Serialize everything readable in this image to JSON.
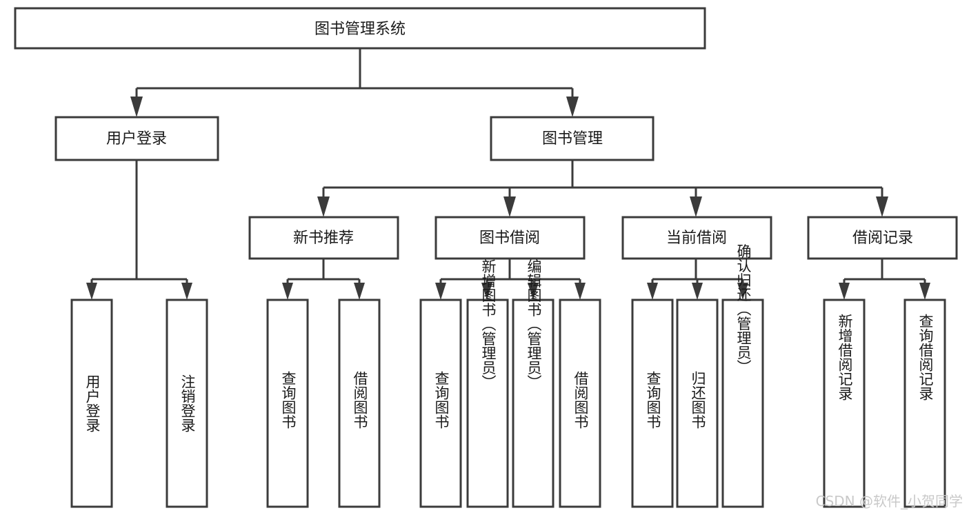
{
  "diagram": {
    "type": "tree-hierarchy",
    "orientation": "top-down",
    "root": {
      "id": "root",
      "label": "图书管理系统",
      "level": 0
    },
    "levels": [
      {
        "level": 1,
        "nodes": [
          {
            "id": "user-login",
            "label": "用户登录",
            "parent": "root"
          },
          {
            "id": "book-manage",
            "label": "图书管理",
            "parent": "root"
          }
        ]
      },
      {
        "level": 2,
        "nodes": [
          {
            "id": "new-book-recommend",
            "label": "新书推荐",
            "parent": "book-manage"
          },
          {
            "id": "book-borrow",
            "label": "图书借阅",
            "parent": "book-manage"
          },
          {
            "id": "current-borrow",
            "label": "当前借阅",
            "parent": "book-manage"
          },
          {
            "id": "borrow-record",
            "label": "借阅记录",
            "parent": "book-manage"
          }
        ]
      },
      {
        "level": 3,
        "nodes": [
          {
            "id": "leaf-user-login",
            "label": "用户登录",
            "parent": "user-login"
          },
          {
            "id": "leaf-logout-login",
            "label": "注销登录",
            "parent": "user-login"
          },
          {
            "id": "leaf-query-book-1",
            "label": "查询图书",
            "parent": "new-book-recommend"
          },
          {
            "id": "leaf-borrow-book-1",
            "label": "借阅图书",
            "parent": "new-book-recommend"
          },
          {
            "id": "leaf-query-book-2",
            "label": "查询图书",
            "parent": "book-borrow"
          },
          {
            "id": "leaf-add-book",
            "label": "新增图书（管理员）",
            "parent": "book-borrow"
          },
          {
            "id": "leaf-edit-book",
            "label": "编辑图书（管理员）",
            "parent": "book-borrow"
          },
          {
            "id": "leaf-borrow-book-2",
            "label": "借阅图书",
            "parent": "book-borrow"
          },
          {
            "id": "leaf-query-book-3",
            "label": "查询图书",
            "parent": "current-borrow"
          },
          {
            "id": "leaf-return-book",
            "label": "归还图书",
            "parent": "current-borrow"
          },
          {
            "id": "leaf-confirm-return",
            "label": "确认归还（管理员）",
            "parent": "current-borrow"
          },
          {
            "id": "leaf-add-record",
            "label": "新增借阅记录",
            "parent": "borrow-record"
          },
          {
            "id": "leaf-query-record",
            "label": "查询借阅记录",
            "parent": "borrow-record"
          }
        ]
      }
    ]
  },
  "watermark": {
    "text": "CSDN @软件_小贺同学"
  },
  "colors": {
    "box_stroke": "#3b3b3b",
    "box_fill": "#ffffff",
    "connector": "#3b3b3b",
    "label_text": "#1a1a1a",
    "watermark": "#c9c9c9",
    "background": "#ffffff"
  }
}
